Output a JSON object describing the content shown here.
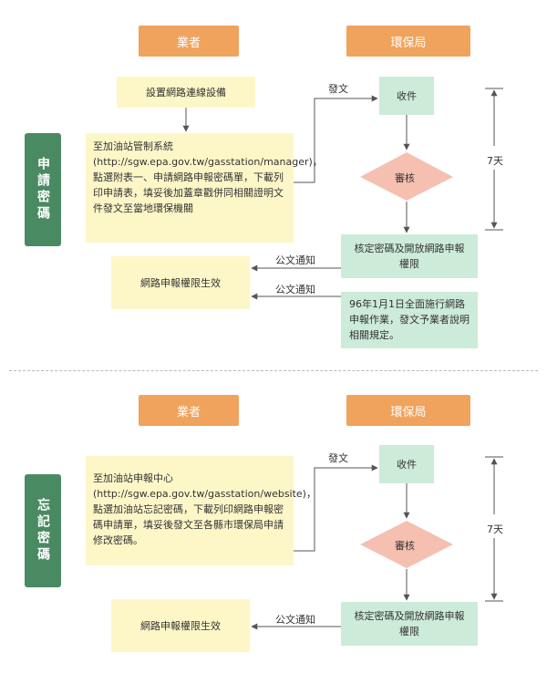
{
  "apply": {
    "side_label": "申請密碼",
    "header_operator": "業者",
    "header_epa": "環保局",
    "setup": "設置網路連線設備",
    "instructions": "至加油站管制系統(http://sgw.epa.gov.tw/gasstation/manager)，點選附表一、申請網路申報密碼單，下載列印申請表，填妥後加蓋章戳併同相關證明文件發文至當地環保機關",
    "send_label": "發文",
    "receive": "收件",
    "review": "審核",
    "days": "7天",
    "approve": "核定密碼及開放網路申報權限",
    "notice_label_1": "公文通知",
    "notice_label_2": "公文通知",
    "effective": "網路申報權限生效",
    "announcement": "96年1月1日全面施行網路申報作業，發文予業者說明相關規定。"
  },
  "forgot": {
    "side_label": "忘記密碼",
    "header_operator": "業者",
    "header_epa": "環保局",
    "instructions": "至加油站申報中心(http://sgw.epa.gov.tw/gasstation/website)，點選加油站忘記密碼，下載列印網路申報密碼申請單，填妥後發文至各縣市環保局申請修改密碼。",
    "send_label": "發文",
    "receive": "收件",
    "review": "審核",
    "days": "7天",
    "approve": "核定密碼及開放網路申報權限",
    "notice_label": "公文通知",
    "effective": "網路申報權限生效"
  },
  "colors": {
    "header": "#f0a35c",
    "operator_box": "#fdf7c8",
    "epa_box": "#cdebd9",
    "diamond": "#f6c0b1",
    "side": "#4a8a63",
    "line": "#555555"
  }
}
